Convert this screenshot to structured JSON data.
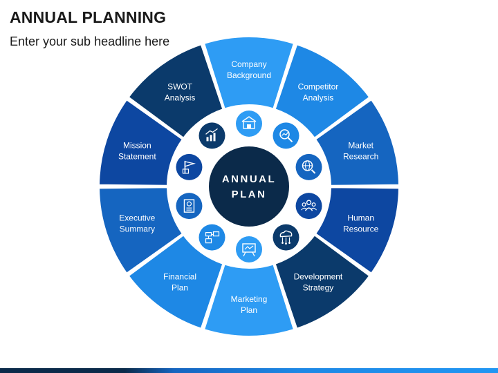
{
  "header": {
    "title": "ANNUAL PLANNING",
    "subtitle": "Enter your sub headline here"
  },
  "center": {
    "line1": "ANNUAL",
    "line2": "PLAN"
  },
  "segments": [
    {
      "lines": [
        "Company",
        "Background"
      ],
      "color": "#2e9cf4",
      "icon": "house-icon"
    },
    {
      "lines": [
        "Competitor",
        "Analysis"
      ],
      "color": "#1e88e5",
      "icon": "magnifier-chart-icon"
    },
    {
      "lines": [
        "Market",
        "Research"
      ],
      "color": "#1565c0",
      "icon": "globe-search-icon"
    },
    {
      "lines": [
        "Human",
        "Resource"
      ],
      "color": "#0d47a1",
      "icon": "people-icon"
    },
    {
      "lines": [
        "Development",
        "Strategy"
      ],
      "color": "#0b3a6b",
      "icon": "cloud-network-icon"
    },
    {
      "lines": [
        "Marketing",
        "Plan"
      ],
      "color": "#2e9cf4",
      "icon": "whiteboard-icon"
    },
    {
      "lines": [
        "Financial",
        "Plan"
      ],
      "color": "#1e88e5",
      "icon": "finance-chart-icon"
    },
    {
      "lines": [
        "Executive",
        "Summary"
      ],
      "color": "#1565c0",
      "icon": "document-icon"
    },
    {
      "lines": [
        "Mission",
        "Statement"
      ],
      "color": "#0d47a1",
      "icon": "flag-icon"
    },
    {
      "lines": [
        "SWOT",
        "Analysis"
      ],
      "color": "#0b3a6b",
      "icon": "growth-chart-icon"
    }
  ],
  "colors": {
    "center_fill": "#0b2a4a",
    "hub_ring": "#ffffff"
  }
}
